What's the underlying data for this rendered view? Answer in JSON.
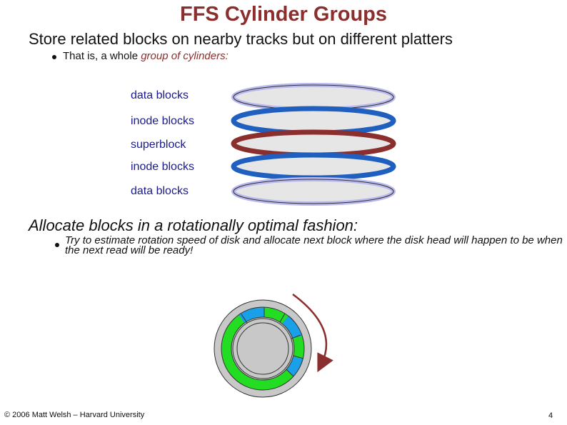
{
  "slide": {
    "title": "FFS Cylinder Groups",
    "bullet_main": "Store related blocks on nearby tracks but on different platters",
    "bullet_sub_prefix": "That is, a whole ",
    "bullet_sub_highlight": "group of cylinders:",
    "layers": [
      {
        "label": "data blocks",
        "type": "data"
      },
      {
        "label": "inode blocks",
        "type": "inode"
      },
      {
        "label": "superblock",
        "type": "superblock"
      },
      {
        "label": "inode blocks",
        "type": "inode"
      },
      {
        "label": "data blocks",
        "type": "data"
      }
    ],
    "allocate_heading": "Allocate blocks in a rotationally optimal fashion:",
    "allocate_detail": "Try to estimate rotation speed of disk and allocate next block where the disk head will happen to be when the next read will be ready!",
    "footer": "© 2006 Matt Welsh – Harvard University",
    "page_number": "4"
  },
  "colors": {
    "title": "#8b2e2e",
    "label": "#1a1a8c",
    "data_ring": "#b9b9ee",
    "inode_ring": "#1f5fbf",
    "superblock_ring": "#8b2e2e",
    "platter_fill": "#e6e6e6",
    "green_block": "#22dd22",
    "blue_block": "#1aa0e8",
    "arrow": "#8b2e2e"
  }
}
